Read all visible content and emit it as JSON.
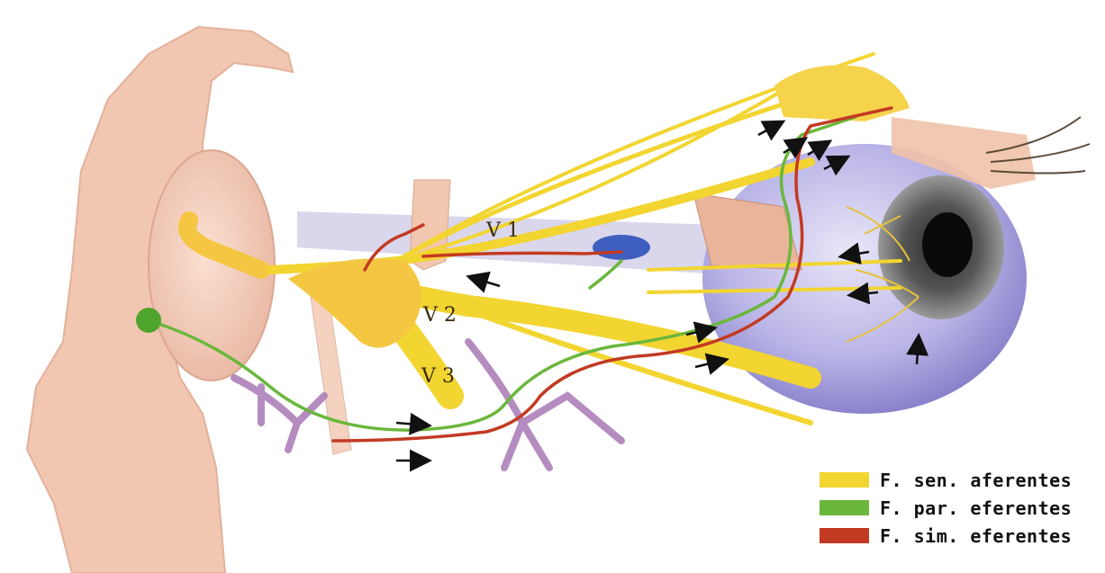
{
  "labels": {
    "v1": "V 1",
    "v2": "V 2",
    "v3": "V 3"
  },
  "legend": [
    {
      "text": "F. sen. aferentes",
      "color": "#f2d531"
    },
    {
      "text": "F. par. eferentes",
      "color": "#6ab73c"
    },
    {
      "text": "F. sim. eferentes",
      "color": "#c23a22"
    }
  ]
}
